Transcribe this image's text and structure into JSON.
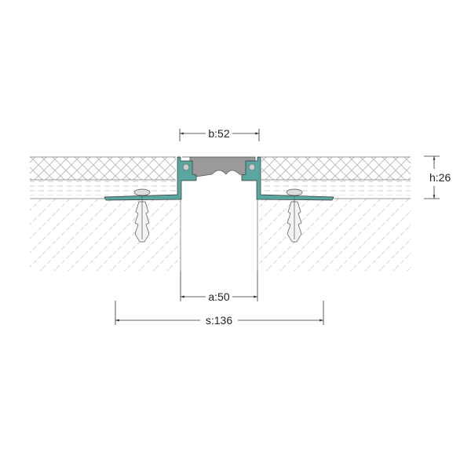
{
  "dimensions": {
    "b": "b:52",
    "h": "h:26",
    "a": "a:50",
    "s": "s:136"
  },
  "colors": {
    "profile": "#5aa6a0",
    "insert": "#9a9a9a",
    "line": "#555555",
    "hatch": "#b5b5b5"
  }
}
